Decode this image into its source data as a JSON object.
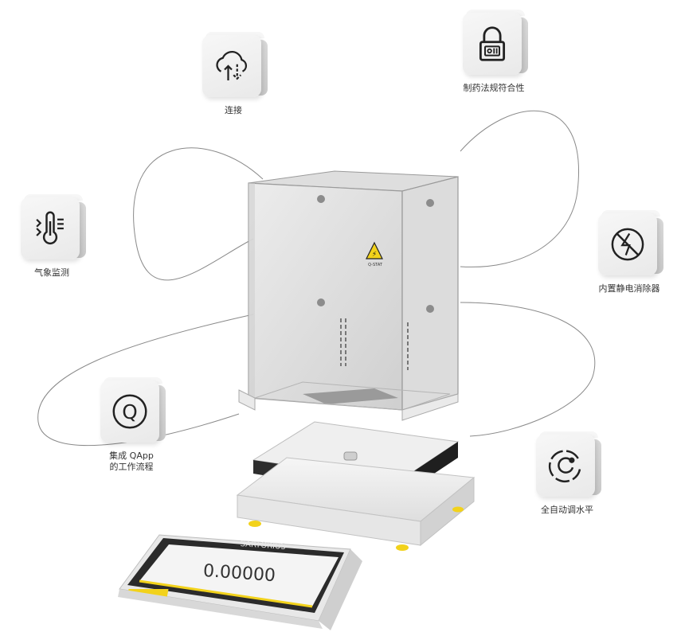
{
  "features": {
    "connect": {
      "label": "连接",
      "icon": "cloud-sync-icon"
    },
    "compliance": {
      "label": "制药法规符合性",
      "icon": "lock-icon"
    },
    "climate": {
      "label": "气象监测",
      "icon": "thermometer-icon"
    },
    "ionizer": {
      "label": "内置静电消除器",
      "icon": "static-eliminator-icon"
    },
    "qapp": {
      "label": "集成 QApp\n的工作流程",
      "icon": "q-app-icon"
    },
    "leveling": {
      "label": "全自动调水平",
      "icon": "auto-level-icon"
    }
  },
  "device": {
    "brand": "SARTORIUS",
    "reading": "0.00000",
    "warning_label": "Q-STAT",
    "accent": "#f2d21b"
  }
}
